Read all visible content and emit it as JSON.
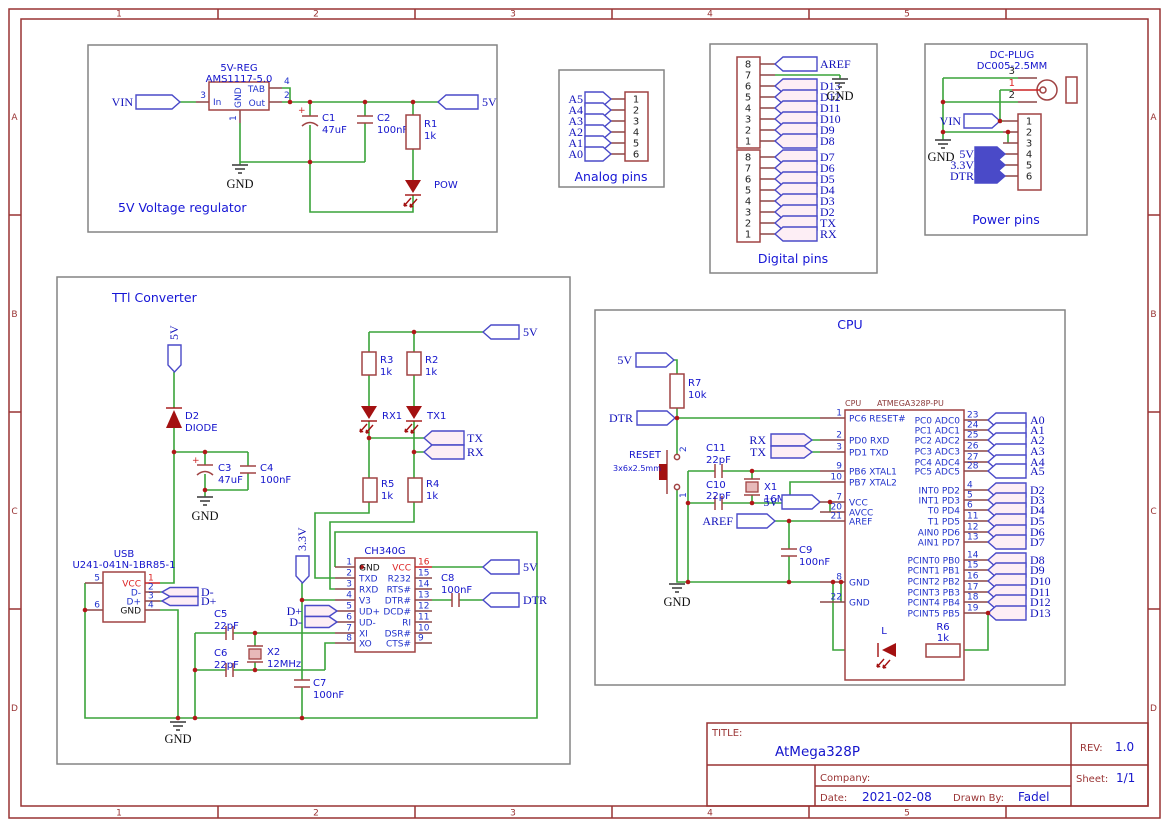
{
  "labels": {
    "gnd": "GND"
  },
  "nets": {
    "v5": "5V",
    "v33": "3.3V",
    "vin": "VIN",
    "dtr": "DTR",
    "aref": "AREF",
    "tx": "TX",
    "rx": "RX",
    "dp": "D+",
    "dm": "D-",
    "pow": "POW"
  },
  "frame": {
    "cols": [
      "1",
      "2",
      "3",
      "4",
      "5"
    ],
    "rows": [
      "A",
      "B",
      "C",
      "D"
    ]
  },
  "regulator": {
    "title": "5V Voltage regulator",
    "chip": {
      "name": "5V-REG",
      "part": "AMS1117-5.0",
      "pin_in_num": "3",
      "pin_in": "In",
      "pin_gnd_num": "1",
      "pin_gnd": "GND",
      "pin_tab_num": "4",
      "pin_tab": "TAB",
      "pin_out_num": "2",
      "pin_out": "Out"
    },
    "c1": "C1",
    "c1v": "47uF",
    "c2": "C2",
    "c2v": "100nF",
    "r1": "R1",
    "r1v": "1k"
  },
  "analog": {
    "title": "Analog pins",
    "numbers": [
      "1",
      "2",
      "3",
      "4",
      "5",
      "6"
    ],
    "labels": [
      "A5",
      "A4",
      "A3",
      "A2",
      "A1",
      "A0"
    ]
  },
  "digital": {
    "title": "Digital pins",
    "top_numbers": [
      "8",
      "7",
      "6",
      "5",
      "4",
      "3",
      "2",
      "1"
    ],
    "top_labels": [
      "AREF",
      "D13",
      "D12",
      "D11",
      "D10",
      "D9",
      "D8"
    ],
    "bottom_numbers": [
      "8",
      "7",
      "6",
      "5",
      "4",
      "3",
      "2",
      "1"
    ],
    "bottom_labels": [
      "D7",
      "D6",
      "D5",
      "D4",
      "D3",
      "D2",
      "TX",
      "RX"
    ]
  },
  "power": {
    "title": "Power pins",
    "plug_name": "DC-PLUG",
    "plug_part": "DC005-2.5MM",
    "plug_pins": [
      "3",
      "1",
      "2"
    ],
    "conn_numbers": [
      "1",
      "2",
      "3",
      "4",
      "5",
      "6"
    ],
    "rails": [
      "5V",
      "3.3V",
      "DTR"
    ]
  },
  "ttl": {
    "title": "TTl Converter",
    "d2": "D2",
    "d2v": "DIODE",
    "c3": "C3",
    "c3v": "47uF",
    "c4": "C4",
    "c4v": "100nF",
    "usb_name": "USB",
    "usb_part": "U241-041N-1BR85-1",
    "usb_left_numbers": [
      "5",
      "6"
    ],
    "usb_right_numbers": [
      "1",
      "2",
      "3",
      "4"
    ],
    "usb_right_names": [
      "VCC",
      "D-",
      "D+",
      "GND"
    ],
    "c5": "C5",
    "c5v": "22pF",
    "c6": "C6",
    "c6v": "22pF",
    "x2": "X2",
    "x2v": "12MHz",
    "c7": "C7",
    "c7v": "100nF",
    "r3": "R3",
    "r3v": "1k",
    "r2": "R2",
    "r2v": "1k",
    "rx1": "RX1",
    "tx1": "TX1",
    "r5": "R5",
    "r5v": "1k",
    "r4": "R4",
    "r4v": "1k",
    "chip_name": "CH340G",
    "chip_left_numbers": [
      "1",
      "2",
      "3",
      "4",
      "5",
      "6",
      "7",
      "8"
    ],
    "chip_left_names": [
      "GND",
      "TXD",
      "RXD",
      "V3",
      "UD+",
      "UD-",
      "XI",
      "XO"
    ],
    "chip_right_numbers": [
      "16",
      "15",
      "14",
      "13",
      "12",
      "11",
      "10",
      "9"
    ],
    "chip_right_names": [
      "VCC",
      "R232",
      "RTS#",
      "DTR#",
      "DCD#",
      "RI",
      "DSR#",
      "CTS#"
    ],
    "c8": "C8",
    "c8v": "100nF"
  },
  "cpu": {
    "title": "CPU",
    "r7": "R7",
    "r7v": "10k",
    "reset": "RESET",
    "reset_size": "3x6x2.5mm",
    "sw_pin_top": "2",
    "sw_pin_bottom": "1",
    "c11": "C11",
    "c11v": "22pF",
    "c10": "C10",
    "c10v": "22pF",
    "x1": "X1",
    "x1v": "16MHz",
    "c9": "C9",
    "c9v": "100nF",
    "chip_tag": "CPU",
    "chip_part": "ATMEGA328P-PU",
    "left_numbers": [
      "1",
      "2",
      "3",
      "9",
      "10",
      "7",
      "20",
      "21",
      "8",
      "22"
    ],
    "left_names": [
      "PC6 RESET#",
      "PD0 RXD",
      "PD1 TXD",
      "PB6 XTAL1",
      "PB7 XTAL2",
      "VCC",
      "AVCC",
      "AREF",
      "GND",
      "GND"
    ],
    "right_numbers": [
      "23",
      "24",
      "25",
      "26",
      "27",
      "28",
      "4",
      "5",
      "6",
      "11",
      "12",
      "13",
      "14",
      "15",
      "16",
      "17",
      "18",
      "19"
    ],
    "right_names": [
      "PC0 ADC0",
      "PC1 ADC1",
      "PC2 ADC2",
      "PC3 ADC3",
      "PC4 ADC4",
      "PC5 ADC5",
      "INT0 PD2",
      "INT1 PD3",
      "T0 PD4",
      "T1 PD5",
      "AIN0 PD6",
      "AIN1 PD7",
      "PCINT0 PB0",
      "PCINT1 PB1",
      "PCINT2 PB2",
      "PCINT3 PB3",
      "PCINT4 PB4",
      "PCINT5 PB5"
    ],
    "right_ports": [
      "A0",
      "A1",
      "A2",
      "A3",
      "A4",
      "A5",
      "D2",
      "D3",
      "D4",
      "D5",
      "D6",
      "D7",
      "D8",
      "D9",
      "D10",
      "D11",
      "D12",
      "D13"
    ],
    "led": "L",
    "r6": "R6",
    "r6v": "1k"
  },
  "title_block": {
    "title_label": "TITLE:",
    "title": "AtMega328P",
    "rev_label": "REV:",
    "rev": "1.0",
    "company_label": "Company:",
    "sheet_label": "Sheet:",
    "sheet": "1/1",
    "date_label": "Date:",
    "date": "2021-02-08",
    "drawn_label": "Drawn By:",
    "drawn": "Fadel"
  }
}
